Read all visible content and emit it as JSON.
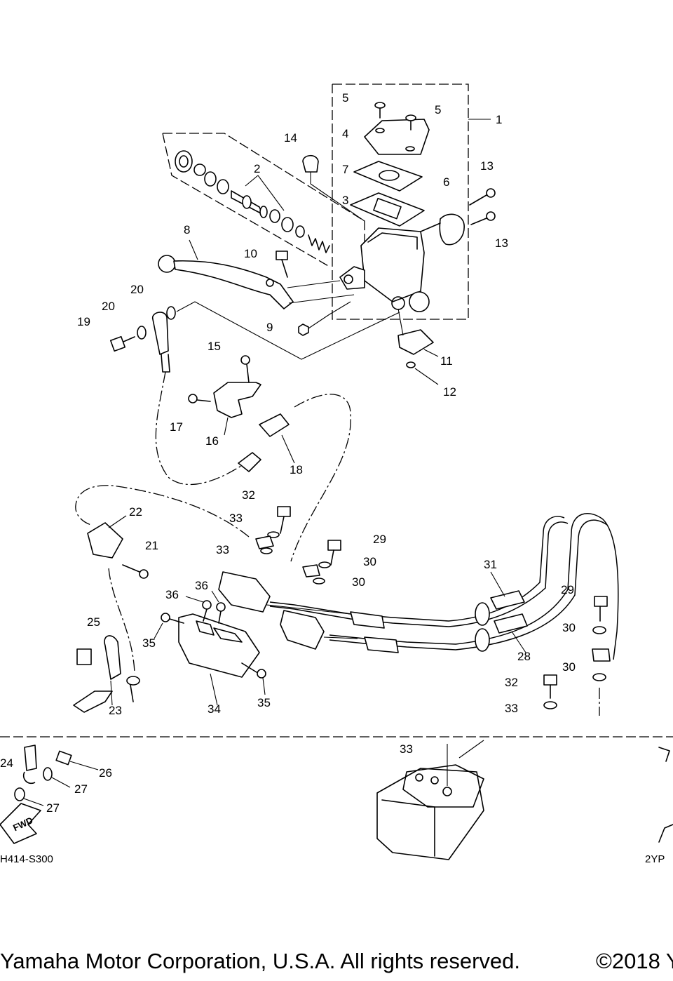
{
  "diagram": {
    "labels": {
      "l1": "1",
      "l2": "2",
      "l3": "3",
      "l4": "4",
      "l5a": "5",
      "l5b": "5",
      "l6": "6",
      "l7": "7",
      "l8": "8",
      "l9": "9",
      "l10": "10",
      "l11": "11",
      "l12": "12",
      "l13a": "13",
      "l13b": "13",
      "l14": "14",
      "l15": "15",
      "l16": "16",
      "l17": "17",
      "l18": "18",
      "l19": "19",
      "l20a": "20",
      "l20b": "20",
      "l21": "21",
      "l22": "22",
      "l23": "23",
      "l24": "24",
      "l25": "25",
      "l26": "26",
      "l27a": "27",
      "l27b": "27",
      "l28": "28",
      "l29a": "29",
      "l29b": "29",
      "l30a": "30",
      "l30b": "30",
      "l30c": "30",
      "l30d": "30",
      "l31": "31",
      "l32a": "32",
      "l32b": "32",
      "l33a": "33",
      "l33b": "33",
      "l33c": "33",
      "l33d": "33",
      "l34": "34",
      "l35a": "35",
      "l35b": "35",
      "l36a": "36",
      "l36b": "36"
    },
    "fwd_label": "FWD",
    "code_left": "H414-S300",
    "code_right": "2YP"
  },
  "footer": {
    "left": "Yamaha Motor Corporation, U.S.A. All rights reserved.",
    "right": "©2018 Y"
  }
}
